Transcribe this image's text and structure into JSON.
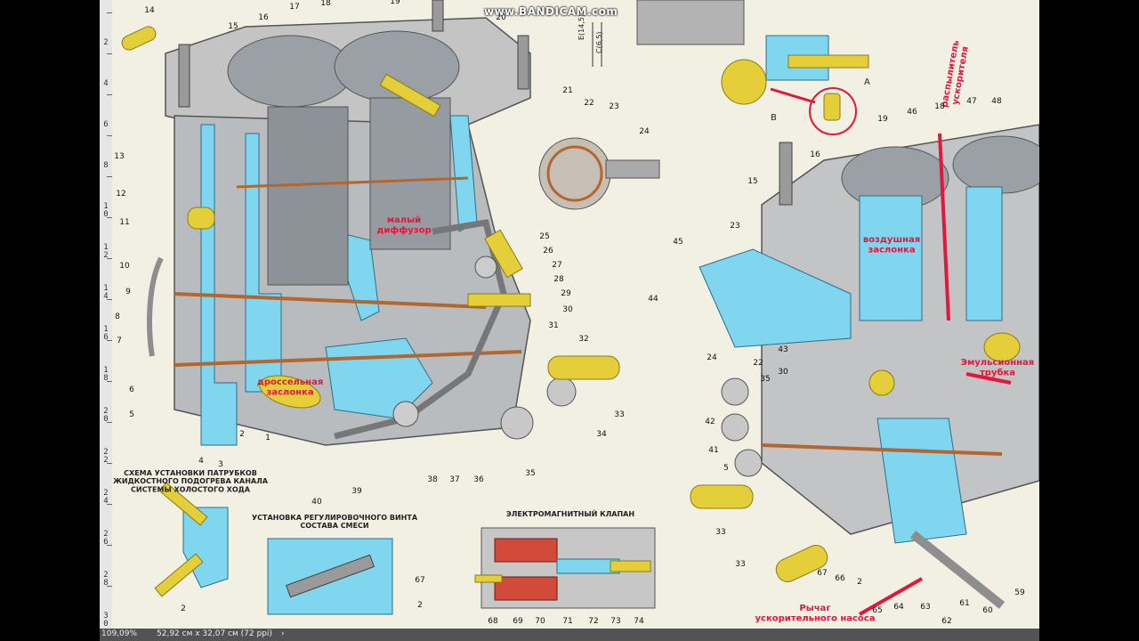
{
  "watermark": "www.BANDICAM.com",
  "colors": {
    "paper": "#f2efe3",
    "metal": "#c9c9c9",
    "metal_dark": "#8e8e8e",
    "channel": "#7fd6ee",
    "brass": "#e4cf3a",
    "gasket": "#b5652e",
    "callout_red": "#e3173b",
    "statusbar": "#535353"
  },
  "status": {
    "zoom": "109,09%",
    "doc_size": "52,92 см x 32,07 см (72 ppi)"
  },
  "ruler_marks": [
    "2",
    "4",
    "6",
    "8",
    "1\n0",
    "1\n2",
    "1\n4",
    "1\n6",
    "1\n8",
    "2\n0",
    "2\n2",
    "2\n4",
    "2\n6",
    "2\n8",
    "3\n0"
  ],
  "labels": {
    "small_diffuser": "малый\nдиффузор",
    "throttle": "дроссельная\nзаслонка",
    "air_flap": "воздушная\nзаслонка",
    "accel_atomizer": "распылитель\nускорителя",
    "emulsion_tube": "Эмульсионная\nтрубка",
    "accel_lever": "Рычаг\nускорительного насоса",
    "scheme_title": "СХЕМА УСТАНОВКИ ПАТРУБКОВ\nЖИДКОСТНОГО ПОДОГРЕВА КАНАЛА\nСИСТЕМЫ ХОЛОСТОГО ХОДА",
    "screw_title": "УСТАНОВКА РЕГУЛИРОВОЧНОГО ВИНТА\nСОСТАВА СМЕСИ",
    "valve_title": "ЭЛЕКТРОМАГНИТНЫЙ КЛАПАН",
    "dim_e": "E(14,5)",
    "dim_c": "C(6,5)",
    "letter_a": "A",
    "letter_b": "B"
  },
  "callouts_left": [
    "14",
    "15",
    "16",
    "17",
    "18",
    "19",
    "20",
    "21",
    "22",
    "23",
    "24",
    "25",
    "26",
    "27",
    "28",
    "29",
    "30",
    "31",
    "32",
    "33",
    "34",
    "35",
    "36",
    "37",
    "38",
    "39",
    "40",
    "1",
    "2",
    "3",
    "4",
    "5",
    "6",
    "7",
    "8",
    "9",
    "10",
    "11",
    "12",
    "13"
  ],
  "callouts_right": [
    "15",
    "16",
    "19",
    "46",
    "18",
    "47",
    "48",
    "23",
    "45",
    "44",
    "43",
    "24",
    "22",
    "30",
    "35",
    "42",
    "41",
    "5",
    "33",
    "33",
    "67",
    "66",
    "2",
    "65",
    "64",
    "63",
    "62",
    "61",
    "60",
    "59"
  ],
  "callouts_valve": [
    "68",
    "69",
    "70",
    "71",
    "72",
    "73",
    "74"
  ],
  "callouts_misc": [
    "2",
    "67",
    "2"
  ]
}
